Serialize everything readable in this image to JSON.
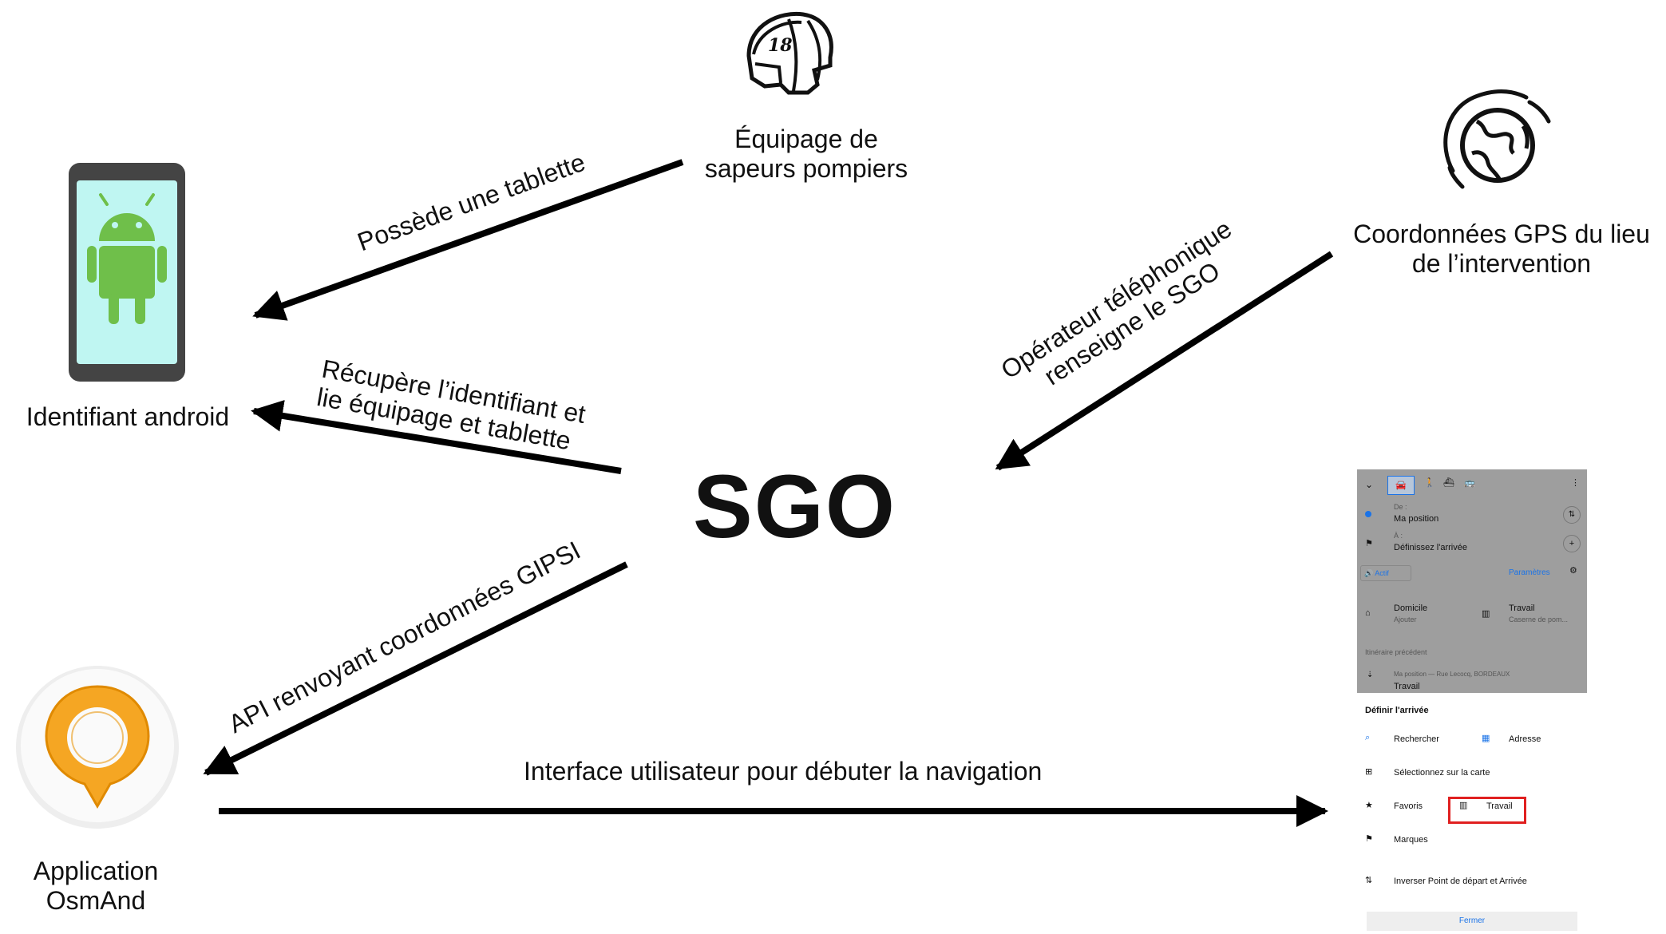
{
  "nodes": {
    "crew": {
      "label_line1": "Équipage de",
      "label_line2": "sapeurs pompiers",
      "helmet_number": "18"
    },
    "gps": {
      "label_line1": "Coordonnées GPS du lieu",
      "label_line2": "de l’intervention"
    },
    "android": {
      "label": "Identifiant android"
    },
    "sgo": {
      "label": "SGO"
    },
    "osmand": {
      "label_line1": "Application",
      "label_line2": "OsmAnd"
    }
  },
  "edges": {
    "crew_to_android": "Possède une tablette",
    "gps_to_sgo_line1": "Opérateur téléphonique",
    "gps_to_sgo_line2": "renseigne le SGO",
    "sgo_to_android_line1": "Récupère l’identifiant et",
    "sgo_to_android_line2": "lie équipage et tablette",
    "sgo_to_osmand": "API renvoyant coordonnées GIPSI",
    "osmand_to_ui": "Interface utilisateur pour débuter la navigation"
  },
  "phone": {
    "from_label": "De :",
    "from_value": "Ma position",
    "to_label": "À :",
    "to_value": "Définissez l'arrivée",
    "mode": "Actif",
    "settings": "Paramètres",
    "home_title": "Domicile",
    "home_sub": "Ajouter",
    "work_title": "Travail",
    "work_sub": "Caserne de pom...",
    "previous_header": "Itinéraire précédent",
    "previous_from": "Ma position — Rue Lecocq, BORDEAUX",
    "previous_to": "Travail",
    "sheet_title": "Définir l'arrivée",
    "search": "Rechercher",
    "address": "Adresse",
    "select_on_map": "Sélectionnez sur la carte",
    "favorites": "Favoris",
    "favorite_work": "Travail",
    "markers": "Marques",
    "swap": "Inverser Point de départ et Arrivée",
    "close": "Fermer"
  },
  "colors": {
    "arrow": "#000000",
    "android_green": "#6fbf4a",
    "phone_screen": "#bff6f2",
    "phone_body": "#444444",
    "osmand_orange": "#f5a623",
    "highlight": "#e02020",
    "link_blue": "#1a73e8"
  }
}
